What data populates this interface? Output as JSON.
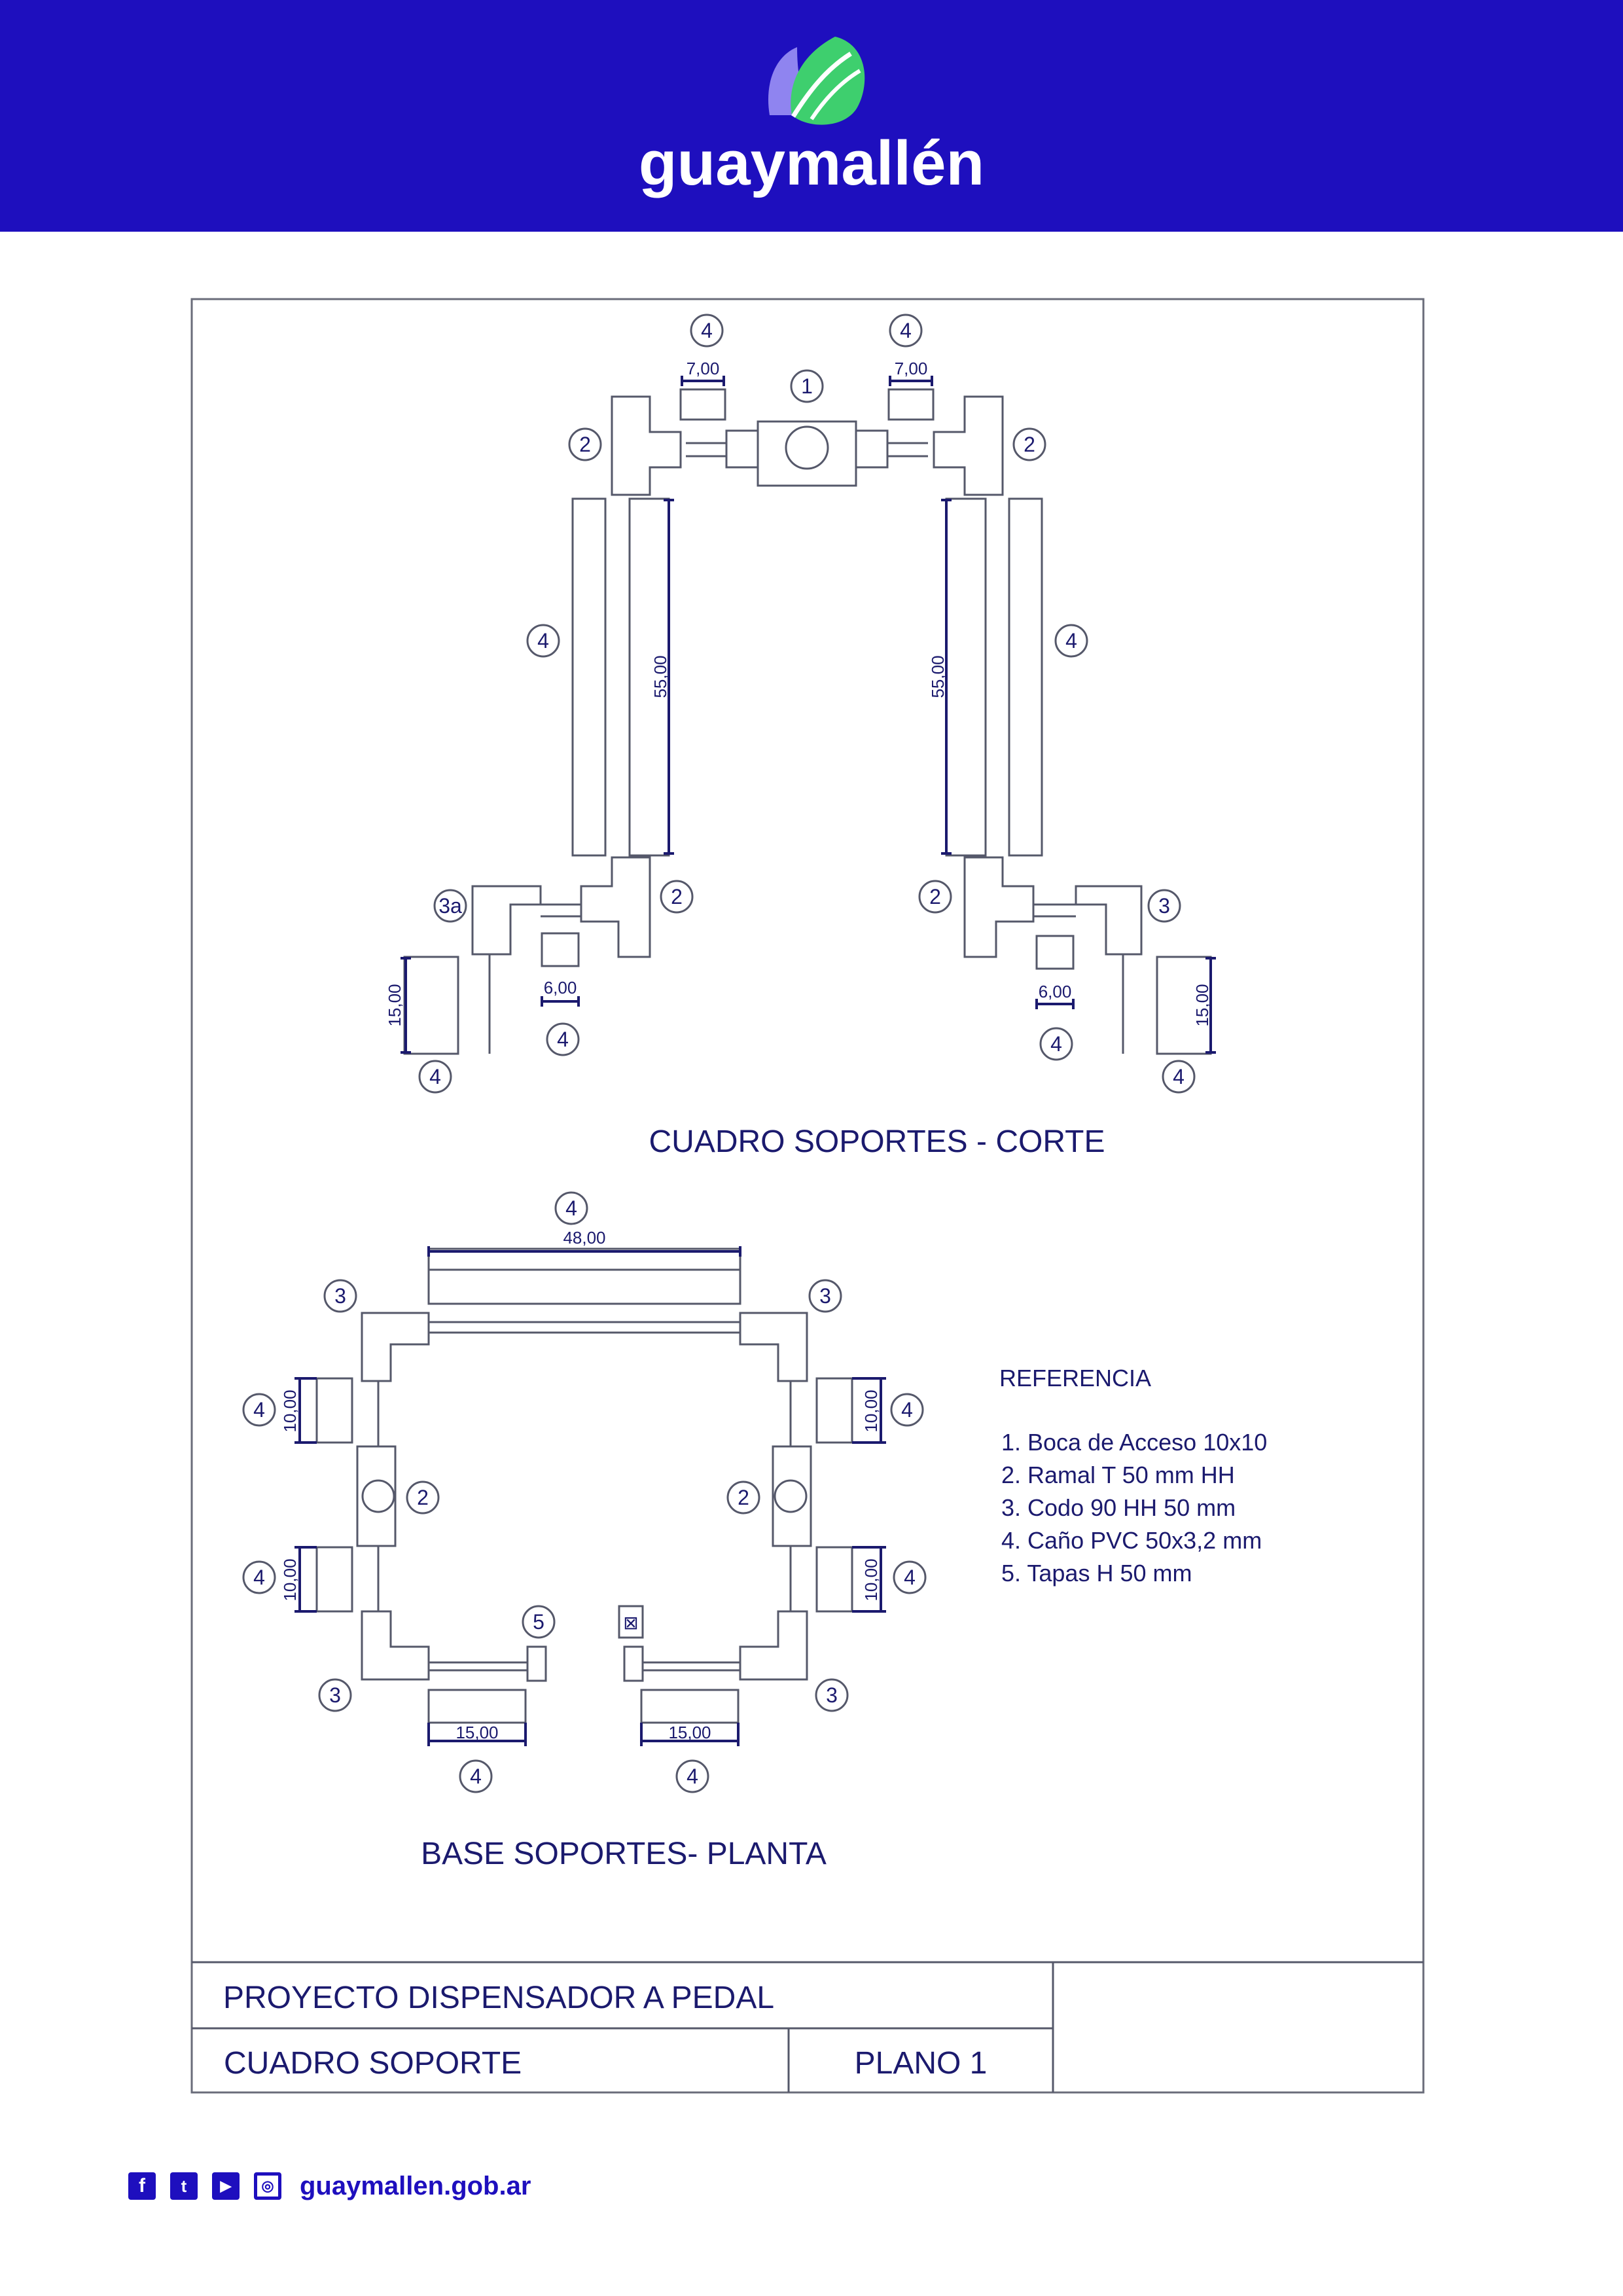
{
  "header": {
    "brand_name": "guaymallén",
    "colors": {
      "header_bg": "#1e0fbe",
      "leaf_green": "#3ecf6e",
      "leaf_purple": "#8f84f0",
      "drawing_ink": "#1b1a6e"
    }
  },
  "drawing": {
    "section_corte": {
      "title": "CUADRO SOPORTES - CORTE",
      "dims": {
        "top_left": "7,00",
        "top_right": "7,00",
        "vert_left": "55,00",
        "vert_right": "55,00",
        "small_left": "6,00",
        "small_right": "6,00",
        "side_left": "15,00",
        "side_right": "15,00"
      },
      "callouts": {
        "c1": "1",
        "c2": "2",
        "c3": "3",
        "c3a": "3a",
        "c4": "4"
      }
    },
    "section_planta": {
      "title": "BASE SOPORTES- PLANTA",
      "dims": {
        "top": "48,00",
        "side": "10,00",
        "bottom": "15,00"
      },
      "callouts": {
        "c2": "2",
        "c3": "3",
        "c4": "4",
        "c5": "5",
        "c_boxed": "⊠"
      }
    },
    "reference": {
      "title": "REFERENCIA",
      "items": [
        "1. Boca de Acceso 10x10",
        "2. Ramal T 50 mm HH",
        "3. Codo 90 HH 50 mm",
        "4. Caño PVC 50x3,2 mm",
        "5. Tapas H 50 mm"
      ]
    },
    "title_block": {
      "project": "PROYECTO DISPENSADOR A PEDAL",
      "sheet": "CUADRO SOPORTE",
      "plan": "PLANO 1"
    }
  },
  "footer": {
    "social_icons": [
      "facebook-icon",
      "twitter-icon",
      "youtube-icon",
      "instagram-icon"
    ],
    "social_glyphs": [
      "f",
      "t",
      "▶",
      "◎"
    ],
    "website": "guaymallen.gob.ar"
  }
}
